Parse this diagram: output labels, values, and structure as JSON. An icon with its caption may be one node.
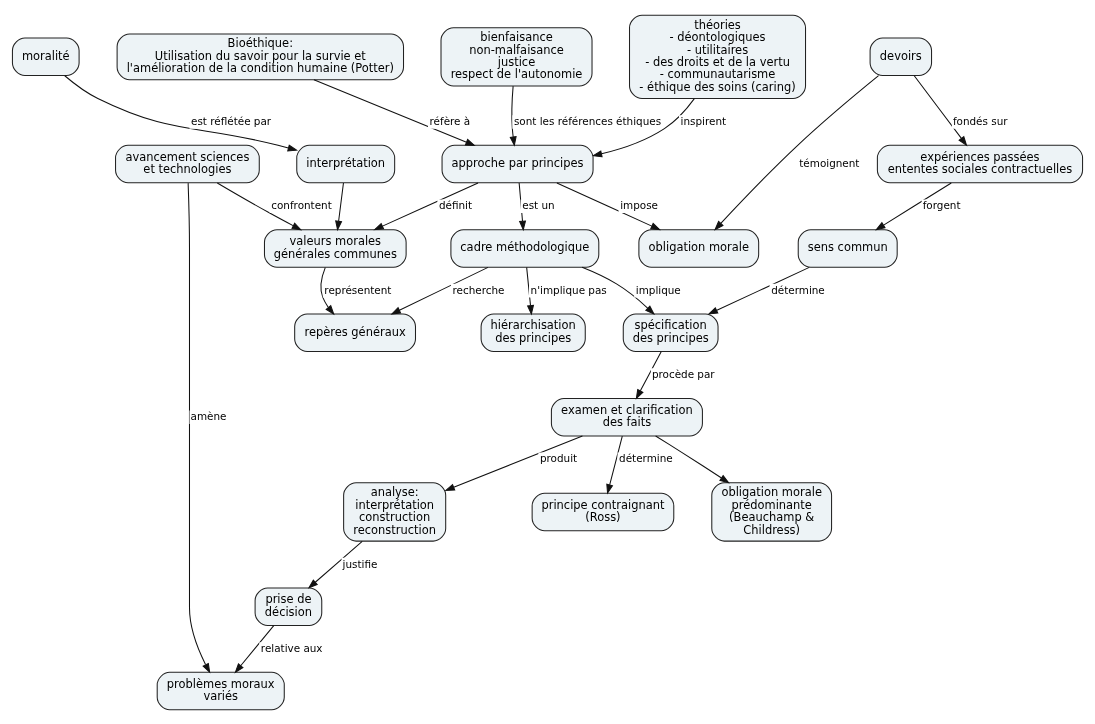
{
  "diagram": {
    "nodes": [
      {
        "text": [
          "Bioéthique:",
          "Utilisation du savoir pour la survie et l'amélioration de la condition humaine (Potter)"
        ]
      },
      {
        "text": [
          "valeurs morales générales communes"
        ]
      },
      {
        "text": [
          "interprétation"
        ]
      },
      {
        "text": [
          "bienfaisance",
          "non-malfaisance",
          "justice",
          "respect de l'autonomie"
        ]
      },
      {
        "text": [
          "moralité"
        ]
      },
      {
        "text": [
          "repères généraux"
        ]
      },
      {
        "text": [
          "avancement sciences et technologies"
        ]
      },
      {
        "text": [
          "approche par principes"
        ]
      },
      {
        "text": [
          "obligation morale"
        ]
      },
      {
        "text": [
          "cadre méthodologique"
        ]
      },
      {
        "text": [
          "problèmes moraux variés"
        ]
      },
      {
        "text": [
          "théories",
          "- déontologiques",
          "- utilitaires",
          "- des droits et de la vertu",
          "- communautarisme",
          "- éthique des soins (caring)"
        ]
      },
      {
        "text": [
          "devoirs"
        ]
      },
      {
        "text": [
          "spécification des principes"
        ]
      },
      {
        "text": [
          "hiérarchisation des principes"
        ]
      },
      {
        "text": [
          "prise de décision"
        ]
      },
      {
        "text": [
          "expériences passées",
          "ententes sociales contractuelles"
        ]
      },
      {
        "text": [
          "sens commun"
        ]
      },
      {
        "text": [
          "examen et clarification des faits"
        ]
      },
      {
        "text": [
          "analyse:",
          "interprétation",
          "construction",
          "reconstruction"
        ]
      },
      {
        "text": [
          "principe contraignant (Ross)"
        ]
      },
      {
        "text": [
          "obligation morale prédominante (Beauchamp & Childress)"
        ]
      }
    ],
    "edges": [
      {
        "from": 0,
        "to": 7,
        "arrow": "to",
        "label": "réfère à"
      },
      {
        "from": 3,
        "to": 7,
        "arrow": "to",
        "label": "sont les références éthiques"
      },
      {
        "from": 7,
        "to": 1,
        "arrow": "to",
        "label": "définit"
      },
      {
        "from": 1,
        "to": 5,
        "arrow": "to",
        "label": "représentent"
      },
      {
        "from": 2,
        "to": 1,
        "arrow": "to"
      },
      {
        "from": 4,
        "to": 2,
        "arrow": "to",
        "label": "est réflétée par"
      },
      {
        "from": 6,
        "to": 1,
        "arrow": "to",
        "label": "confrontent"
      },
      {
        "from": 7,
        "to": 8,
        "arrow": "to",
        "label": "impose"
      },
      {
        "from": 7,
        "to": 9,
        "arrow": "to",
        "label": "est un"
      },
      {
        "from": 9,
        "to": 5,
        "arrow": "to",
        "label": "recherche"
      },
      {
        "from": 11,
        "to": 7,
        "arrow": "to",
        "label": "inspirent"
      },
      {
        "from": 6,
        "to": 10,
        "arrow": "to",
        "label": "amène"
      },
      {
        "from": 12,
        "to": 8,
        "arrow": "to",
        "label": "témoignent"
      },
      {
        "from": 12,
        "to": 16,
        "arrow": "to",
        "label": "fondés sur"
      },
      {
        "from": 9,
        "to": 13,
        "arrow": "to",
        "label": "implique"
      },
      {
        "from": 9,
        "to": 14,
        "arrow": "to",
        "label": "n'implique pas"
      },
      {
        "from": 16,
        "to": 17,
        "arrow": "to",
        "label": "forgent"
      },
      {
        "from": 17,
        "to": 13,
        "arrow": "to",
        "label": "détermine"
      },
      {
        "from": 13,
        "to": 18,
        "arrow": "to",
        "label": "procède par"
      },
      {
        "from": 18,
        "to": 19,
        "arrow": "to",
        "label": "produit"
      },
      {
        "from": 19,
        "to": 15,
        "arrow": "to",
        "label": "justifie"
      },
      {
        "from": 15,
        "to": 10,
        "arrow": "to",
        "label": "relative aux"
      },
      {
        "from": 18,
        "to": 20,
        "arrow": "to",
        "label": "détermine"
      },
      {
        "from": 18,
        "to": 21,
        "arrow": "to"
      }
    ]
  }
}
